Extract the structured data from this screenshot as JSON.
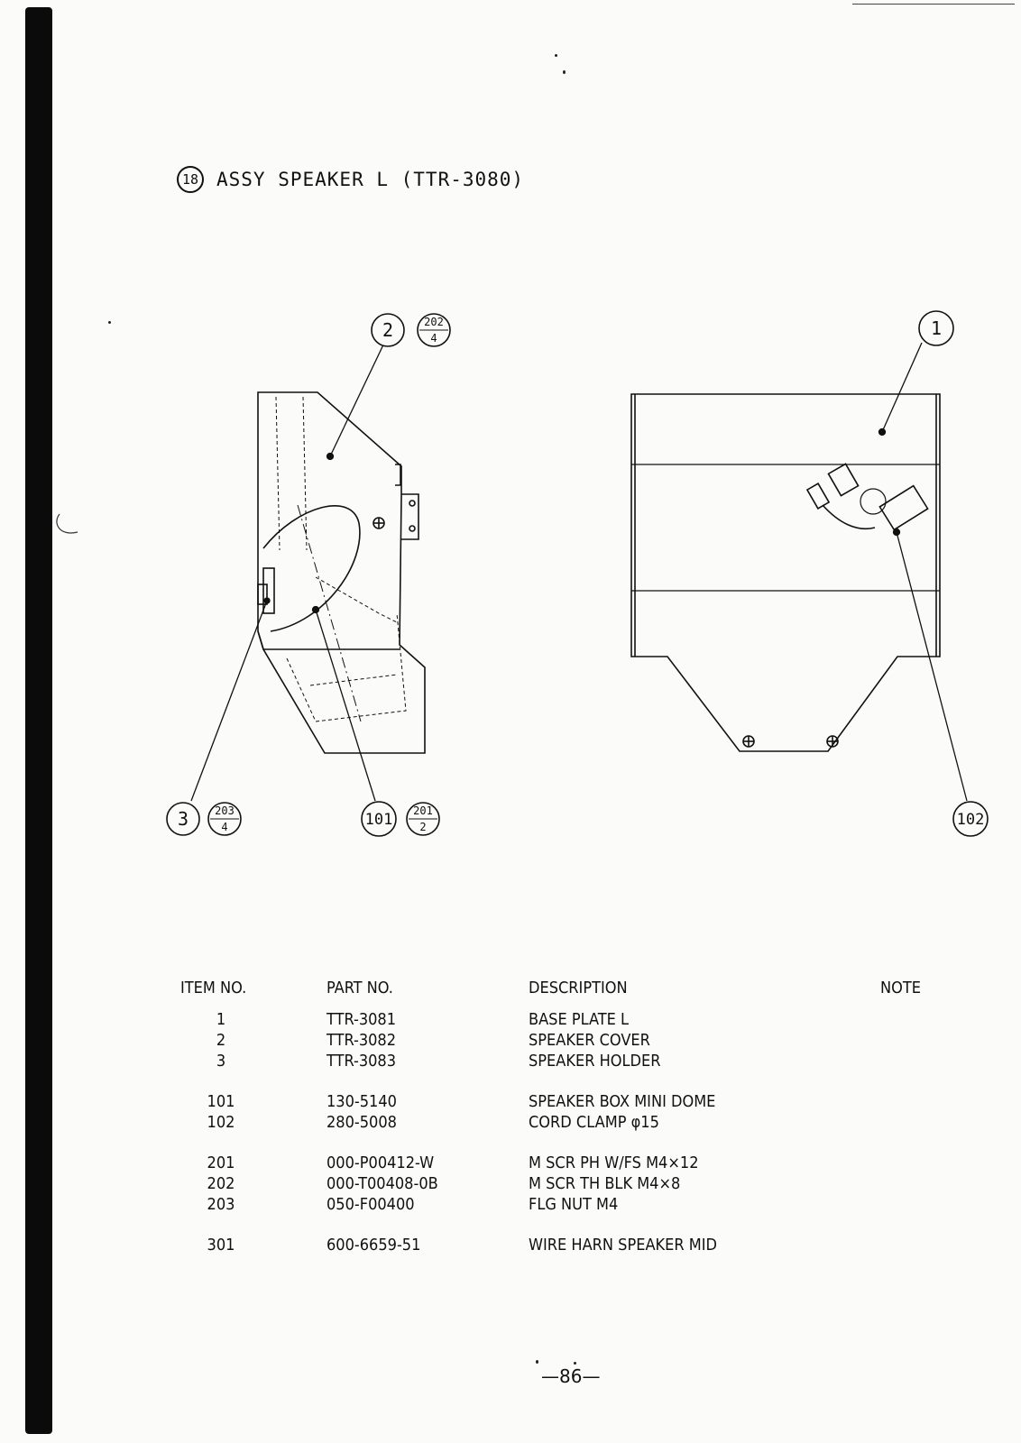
{
  "header": {
    "section_number": "18",
    "title": "ASSY SPEAKER L (TTR-3080)"
  },
  "callouts": {
    "c1": {
      "item": "1"
    },
    "c2": {
      "item": "2",
      "screw": "202",
      "qty": "4"
    },
    "c3": {
      "item": "3",
      "screw": "203",
      "qty": "4"
    },
    "c101": {
      "item": "101",
      "screw": "201",
      "qty": "2"
    },
    "c102": {
      "item": "102"
    }
  },
  "table": {
    "headers": {
      "item_no": "ITEM NO.",
      "part_no": "PART NO.",
      "description": "DESCRIPTION",
      "note": "NOTE"
    },
    "groups": [
      [
        {
          "item": "1",
          "part": "TTR-3081",
          "desc": "BASE PLATE L"
        },
        {
          "item": "2",
          "part": "TTR-3082",
          "desc": "SPEAKER COVER"
        },
        {
          "item": "3",
          "part": "TTR-3083",
          "desc": "SPEAKER HOLDER"
        }
      ],
      [
        {
          "item": "101",
          "part": "130-5140",
          "desc": "SPEAKER BOX MINI DOME"
        },
        {
          "item": "102",
          "part": "280-5008",
          "desc": "CORD CLAMP φ15"
        }
      ],
      [
        {
          "item": "201",
          "part": "000-P00412-W",
          "desc": "M SCR PH W/FS M4×12"
        },
        {
          "item": "202",
          "part": "000-T00408-0B",
          "desc": "M SCR TH BLK M4×8"
        },
        {
          "item": "203",
          "part": "050-F00400",
          "desc": "FLG NUT M4"
        }
      ],
      [
        {
          "item": "301",
          "part": "600-6659-51",
          "desc": "WIRE HARN SPEAKER MID"
        }
      ]
    ]
  },
  "footer": {
    "page": "—86—"
  }
}
